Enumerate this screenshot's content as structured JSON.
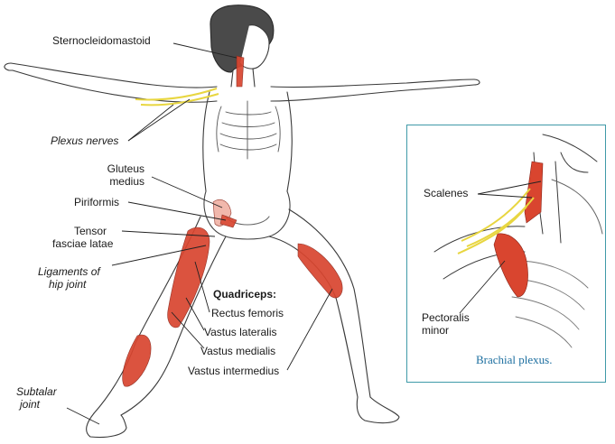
{
  "labels": {
    "sternocleidomastoid": "Sternocleidomastoid",
    "plexus_nerves": "Plexus nerves",
    "gluteus_medius_1": "Gluteus",
    "gluteus_medius_2": "medius",
    "piriformis": "Piriformis",
    "tensor_1": "Tensor",
    "tensor_2": "fasciae latae",
    "ligaments_1": "Ligaments of",
    "ligaments_2": "hip joint",
    "quadriceps": "Quadriceps:",
    "rectus_femoris": "Rectus femoris",
    "vastus_lateralis": "Vastus lateralis",
    "vastus_medialis": "Vastus medialis",
    "vastus_intermedius": "Vastus intermedius",
    "subtalar_1": "Subtalar",
    "subtalar_2": "joint"
  },
  "inset": {
    "scalenes": "Scalenes",
    "pectoralis_1": "Pectoralis",
    "pectoralis_2": "minor",
    "caption": "Brachial plexus."
  },
  "colors": {
    "muscle": "#d9452f",
    "nerve": "#e8d640",
    "outline": "#333333",
    "frame": "#3f9aa8",
    "caption": "#1d6fa0"
  }
}
